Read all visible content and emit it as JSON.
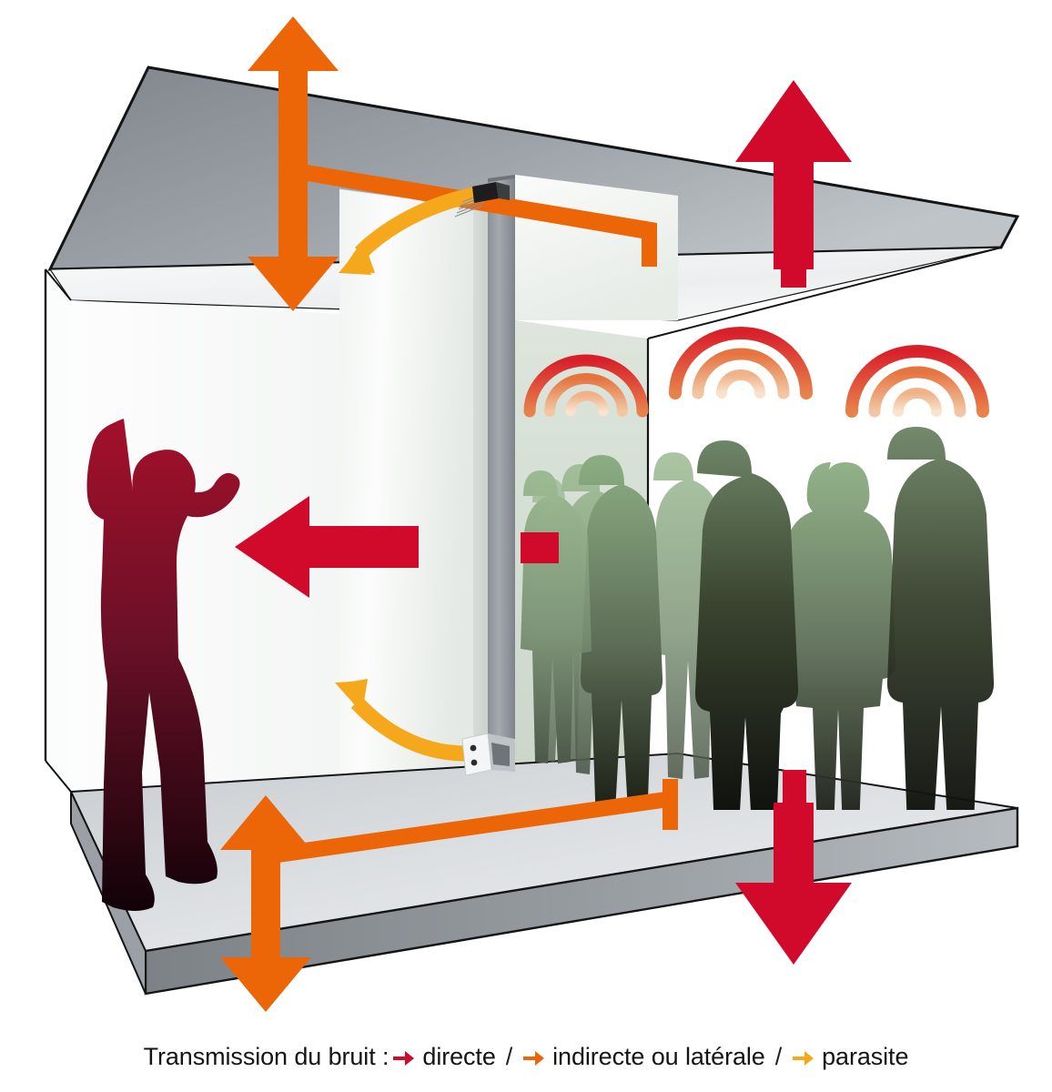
{
  "figure": {
    "title_caption_prefix": "Transmission du bruit :",
    "legend": [
      {
        "label": "directe",
        "color": "#D10A2B",
        "icon": "arrow-right-icon"
      },
      {
        "label": "indirecte ou latérale",
        "color": "#EC6608",
        "icon": "arrow-right-icon"
      },
      {
        "label": "parasite",
        "color": "#F5A81C",
        "icon": "arrow-right-icon"
      }
    ],
    "separators": [
      "/",
      "/"
    ]
  },
  "colors": {
    "direct_red": "#D10A2B",
    "flanking_orange": "#EC6608",
    "parasitic_yellow": "#F5A81C",
    "slab_edge_gray": "#8C9196",
    "slab_face_light": "#E9EBEC",
    "wall_white": "#FDFDFD",
    "outline_black": "#141414",
    "crowd_green": "#8FB185",
    "crowd_black": "#0B0B0B",
    "listener_red": "#A4102A",
    "listener_black": "#140208",
    "wave_red": "#D8202B",
    "wave_pale": "#F6DCC4"
  },
  "scene": {
    "rooms": [
      {
        "name": "quiet-room-left",
        "occupant": "listener-covering-ear"
      },
      {
        "name": "noisy-room-right",
        "occupant": "crowd-of-people"
      }
    ],
    "elements": [
      {
        "name": "ceiling-slab",
        "type": "slab"
      },
      {
        "name": "floor-slab",
        "type": "slab"
      },
      {
        "name": "partition-wall",
        "type": "wall"
      },
      {
        "name": "back-wall",
        "type": "wall"
      },
      {
        "name": "electrical-socket",
        "type": "detail"
      },
      {
        "name": "ceiling-gap-detail",
        "type": "detail"
      }
    ]
  },
  "transmission_paths": [
    {
      "name": "direct-through-partition",
      "kind": "directe",
      "color": "#D10A2B",
      "direction": "left"
    },
    {
      "name": "direct-through-ceiling",
      "kind": "directe",
      "color": "#D10A2B",
      "direction": "up"
    },
    {
      "name": "direct-through-floor",
      "kind": "directe",
      "color": "#D10A2B",
      "direction": "down"
    },
    {
      "name": "flanking-via-ceiling",
      "kind": "indirecte ou latérale",
      "color": "#EC6608",
      "direction": "updown"
    },
    {
      "name": "flanking-via-floor",
      "kind": "indirecte ou latérale",
      "color": "#EC6608",
      "direction": "updown"
    },
    {
      "name": "parasitic-ceiling-gap",
      "kind": "parasite",
      "color": "#F5A81C",
      "direction": "curve-down-left"
    },
    {
      "name": "parasitic-socket",
      "kind": "parasite",
      "color": "#F5A81C",
      "direction": "curve-up-left"
    }
  ],
  "sound_waves": [
    {
      "name": "sound-wave-left",
      "arcs": 3
    },
    {
      "name": "sound-wave-middle",
      "arcs": 3
    },
    {
      "name": "sound-wave-right",
      "arcs": 3
    }
  ]
}
